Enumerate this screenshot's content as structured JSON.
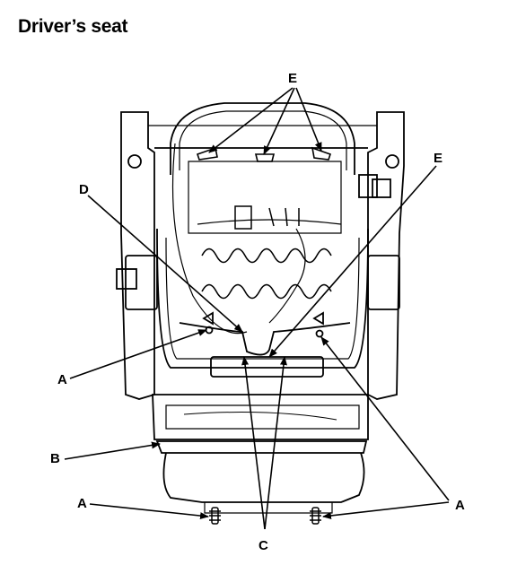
{
  "title": "Driver’s seat",
  "callouts": {
    "A": "A",
    "B": "B",
    "C": "C",
    "D": "D",
    "E": "E"
  }
}
